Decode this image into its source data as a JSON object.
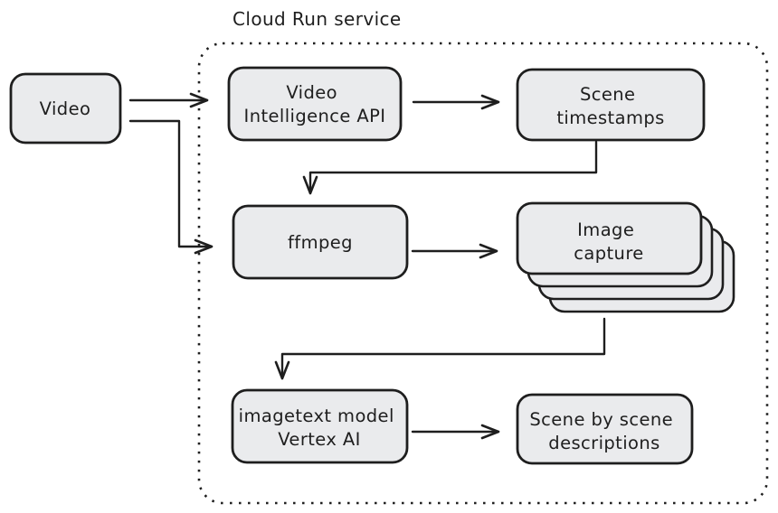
{
  "diagram": {
    "title": "Cloud Run service",
    "nodes": {
      "video": {
        "lines": [
          "Video"
        ]
      },
      "video_intelligence_api": {
        "lines": [
          "Video",
          "Intelligence API"
        ]
      },
      "scene_timestamps": {
        "lines": [
          "Scene",
          "timestamps"
        ]
      },
      "ffmpeg": {
        "lines": [
          "ffmpeg"
        ]
      },
      "image_capture": {
        "lines": [
          "Image",
          "capture"
        ]
      },
      "imagetext_vertex_ai": {
        "lines": [
          "imagetext model",
          "Vertex AI"
        ]
      },
      "scene_descriptions": {
        "lines": [
          "Scene by scene",
          "descriptions"
        ]
      }
    },
    "edges": [
      {
        "from": "Video",
        "to": "Video Intelligence API"
      },
      {
        "from": "Video",
        "to": "ffmpeg"
      },
      {
        "from": "Video Intelligence API",
        "to": "Scene timestamps"
      },
      {
        "from": "Scene timestamps",
        "to": "ffmpeg"
      },
      {
        "from": "ffmpeg",
        "to": "Image capture"
      },
      {
        "from": "Image capture",
        "to": "imagetext model Vertex AI"
      },
      {
        "from": "imagetext model Vertex AI",
        "to": "Scene by scene descriptions"
      }
    ],
    "colors": {
      "node_fill": "#eaebed",
      "stroke": "#1e1e1e",
      "background": "#ffffff"
    }
  }
}
